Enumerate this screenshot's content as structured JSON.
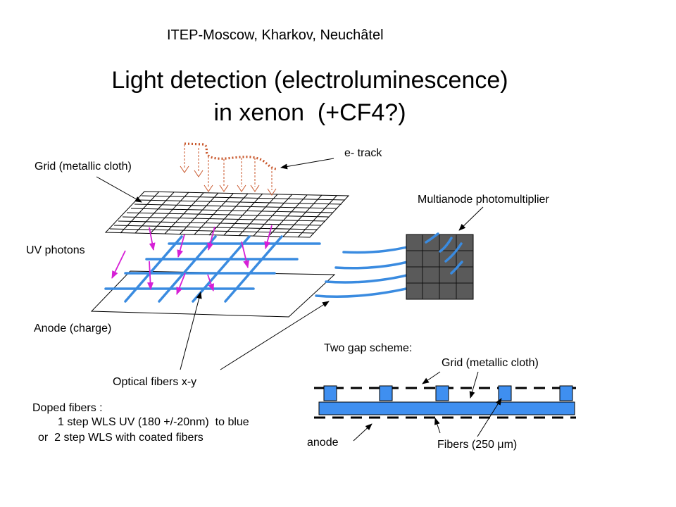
{
  "header": {
    "affiliations": "ITEP-Moscow, Kharkov, Neuchâtel",
    "title_line1": "Light detection (electroluminescence)",
    "title_line2": "in xenon  (+CF4?)"
  },
  "labels": {
    "e_track": "e- track",
    "grid": "Grid (metallic cloth)",
    "multianode": "Multianode photomultiplier",
    "uv_photons": "UV photons",
    "anode_charge": "Anode (charge)",
    "two_gap": "Two gap scheme:",
    "grid2": "Grid (metallic cloth)",
    "optical_fibers": "Optical fibers x-y",
    "doped_fibers": "Doped fibers :",
    "step1": "1 step WLS UV (180 +/-20nm)  to blue",
    "step2": "or  2 step WLS with coated fibers",
    "anode": "anode",
    "fibers_size": "Fibers (250 μm)"
  },
  "colors": {
    "fiber": "#3a8be0",
    "photon": "#d61fd6",
    "track": "#c8562a",
    "pmt": "#5a5a5a",
    "gap_bar": "#3f8ff0"
  }
}
